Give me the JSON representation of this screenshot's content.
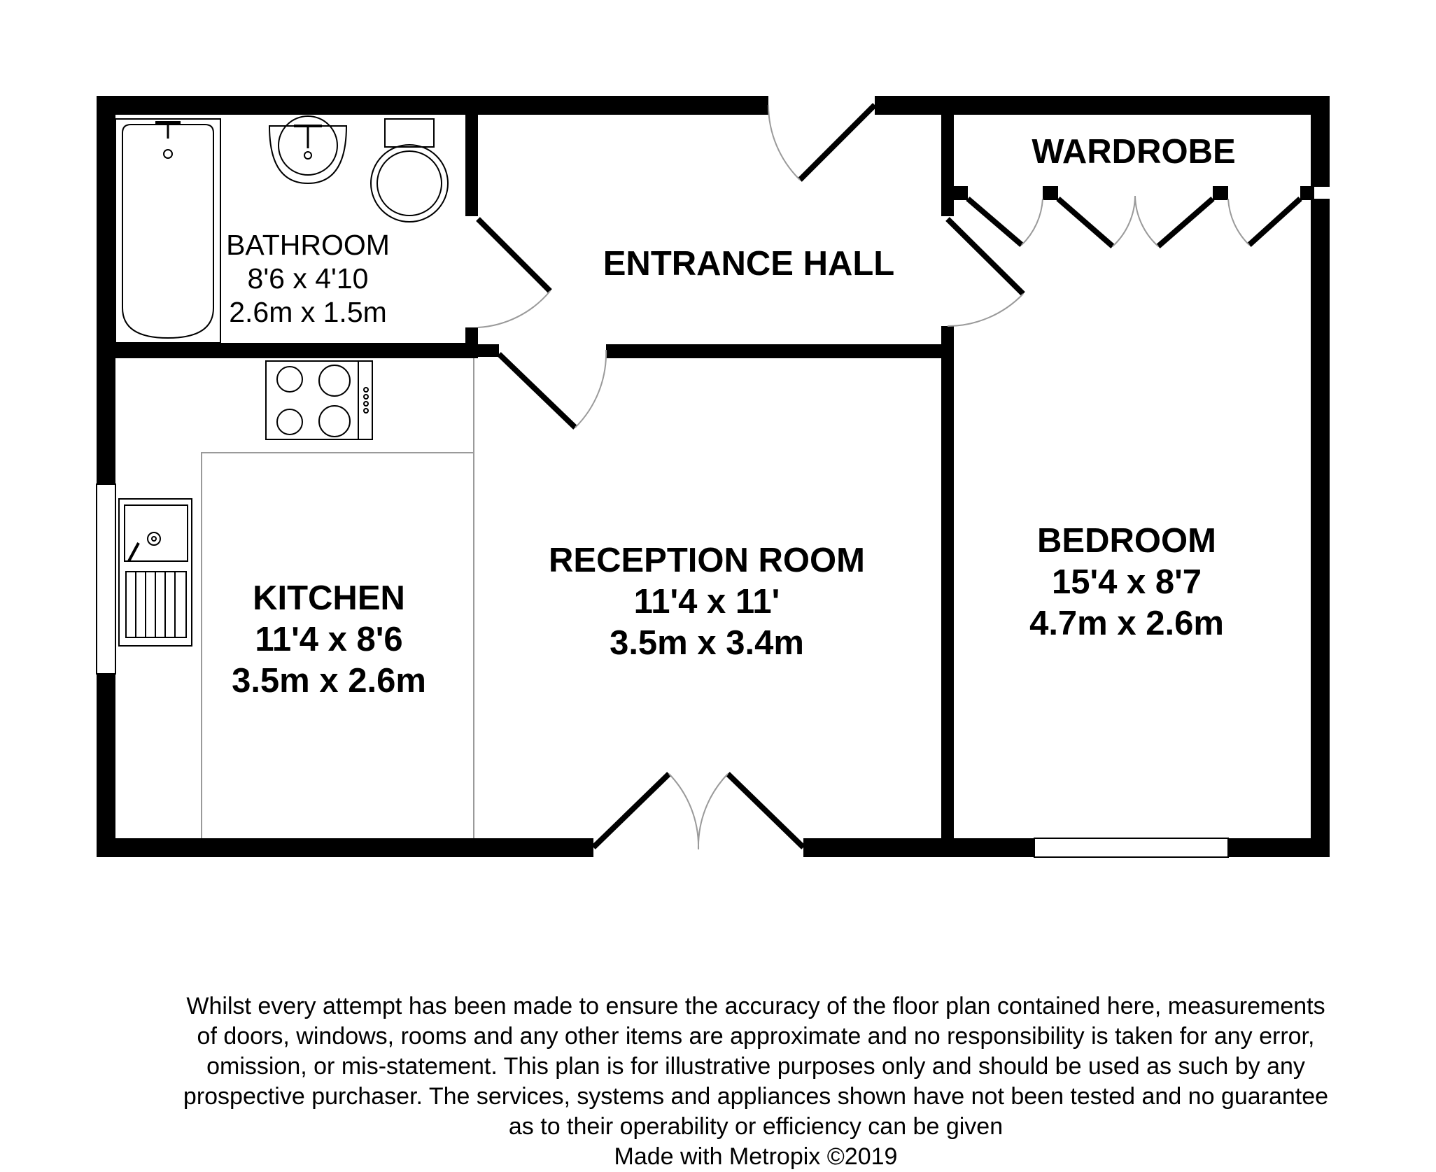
{
  "rooms": {
    "bathroom": {
      "name": "BATHROOM",
      "imperial": "8'6 x 4'10",
      "metric": "2.6m x 1.5m"
    },
    "entrance_hall": {
      "name": "ENTRANCE HALL"
    },
    "wardrobe": {
      "name": "WARDROBE"
    },
    "kitchen": {
      "name": "KITCHEN",
      "imperial": "11'4 x 8'6",
      "metric": "3.5m x 2.6m"
    },
    "reception": {
      "name": "RECEPTION ROOM",
      "imperial": "11'4 x 11'",
      "metric": "3.5m x 3.4m"
    },
    "bedroom": {
      "name": "BEDROOM",
      "imperial": "15'4 x 8'7",
      "metric": "4.7m x 2.6m"
    }
  },
  "disclaimer": {
    "lines": [
      "Whilst every attempt has been made to ensure the accuracy of the floor plan contained here, measurements",
      "of doors, windows, rooms and any other items are approximate and no responsibility is taken for any error,",
      "omission, or mis-statement. This plan is for illustrative purposes only and should be used as such by any",
      "prospective purchaser. The services, systems and appliances shown have not been tested and no guarantee",
      "as to their operability or efficiency can be given"
    ],
    "credit": "Made with Metropix ©2019"
  },
  "colors": {
    "wall": "#000000",
    "fixture_line": "#000000",
    "thin_line": "#9a9a9a",
    "background": "#ffffff"
  }
}
